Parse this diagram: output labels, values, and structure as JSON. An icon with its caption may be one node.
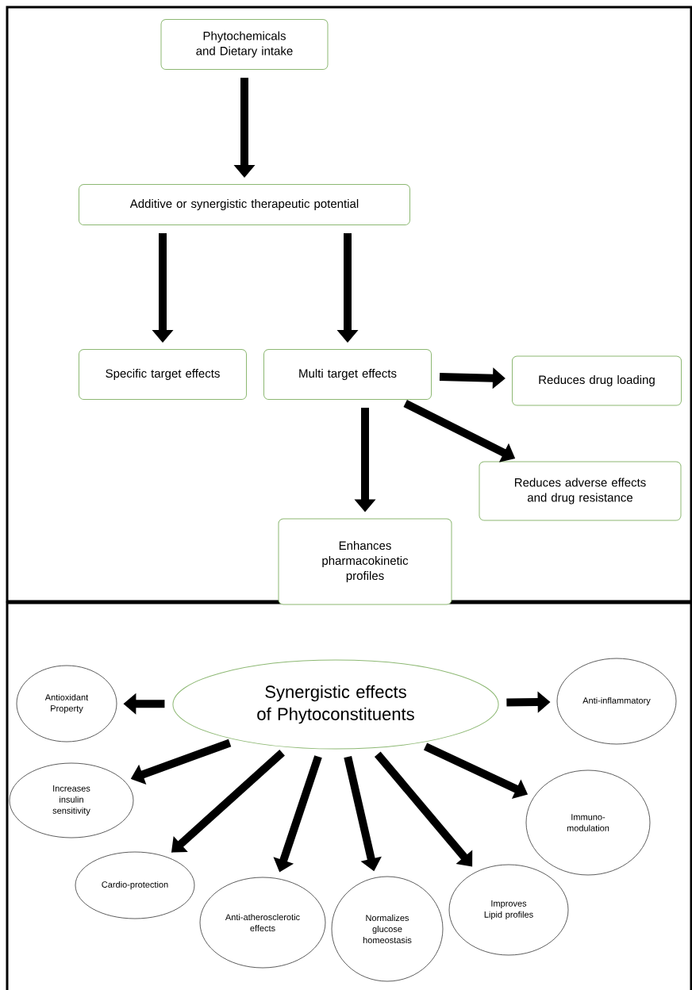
{
  "diagram": {
    "nodes": [
      {
        "text": [
          "Phytochemicals and Dietary intake"
        ]
      },
      {
        "text": [
          "Additive or synergistic therapeutic potential"
        ]
      },
      {
        "text": [
          "Specific target effects"
        ]
      },
      {
        "text": [
          "Multi target effects"
        ]
      },
      {
        "text": [
          "Reduces drug loading"
        ]
      },
      {
        "text": [
          "Enhances pharmacokinetic profiles"
        ]
      },
      {
        "text": [
          "Reduces adverse effects and drug resistance"
        ]
      },
      {
        "text": [
          "Synergistic effects of Phytoconstituents"
        ]
      },
      {
        "text": [
          "Antioxidant Property"
        ]
      },
      {
        "text": [
          "Anti-inflammatory"
        ]
      },
      {
        "text": [
          "Increases insulin sensitivity"
        ]
      },
      {
        "text": [
          "Immuno-modulation"
        ]
      },
      {
        "text": [
          "Cardio-protection"
        ]
      },
      {
        "text": [
          "Anti-atherosclerotic effects"
        ]
      },
      {
        "text": [
          "Normalizes glucose homeostasis"
        ]
      },
      {
        "text": [
          "Improves Lipid profiles"
        ]
      }
    ],
    "edges": [
      {
        "from": 0,
        "to": 1,
        "arrow": "to"
      },
      {
        "from": 1,
        "to": 2,
        "arrow": "to"
      },
      {
        "from": 1,
        "to": 3,
        "arrow": "to"
      },
      {
        "from": 3,
        "to": 4,
        "arrow": "to"
      },
      {
        "from": 3,
        "to": 5,
        "arrow": "to"
      },
      {
        "from": 3,
        "to": 6,
        "arrow": "to"
      },
      {
        "from": 7,
        "to": 8,
        "arrow": "to"
      },
      {
        "from": 7,
        "to": 9,
        "arrow": "to"
      },
      {
        "from": 7,
        "to": 10,
        "arrow": "to"
      },
      {
        "from": 7,
        "to": 12,
        "arrow": "to"
      },
      {
        "from": 7,
        "to": 13,
        "arrow": "to"
      },
      {
        "from": 7,
        "to": 14,
        "arrow": "to"
      },
      {
        "from": 7,
        "to": 15,
        "arrow": "to"
      },
      {
        "from": 7,
        "to": 11,
        "arrow": "to"
      }
    ]
  }
}
